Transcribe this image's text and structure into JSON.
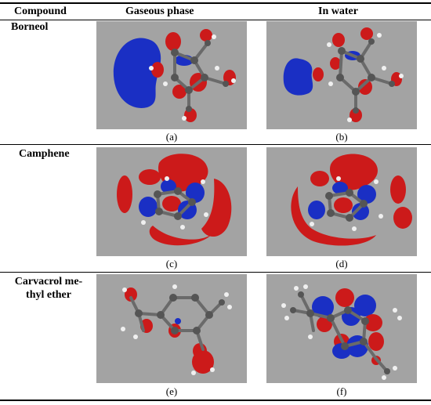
{
  "table": {
    "headers": [
      "Compound",
      "Gaseous phase",
      "In water"
    ],
    "rows": [
      {
        "compound": "Borneol",
        "captions": [
          "(a)",
          "(b)"
        ]
      },
      {
        "compound": "Camphene",
        "captions": [
          "(c)",
          "(d)"
        ]
      },
      {
        "compound": "Carvacrol me-thyl ether",
        "compound_lines": [
          "Carvacrol me-",
          "thyl ether"
        ],
        "captions": [
          "(e)",
          "(f)"
        ]
      }
    ]
  },
  "colors": {
    "positive_lobe": "#cc1a1a",
    "negative_lobe": "#1a2fc4",
    "background": "#a3a3a3",
    "carbon": "#555555",
    "hydrogen": "#f0f0f0"
  }
}
